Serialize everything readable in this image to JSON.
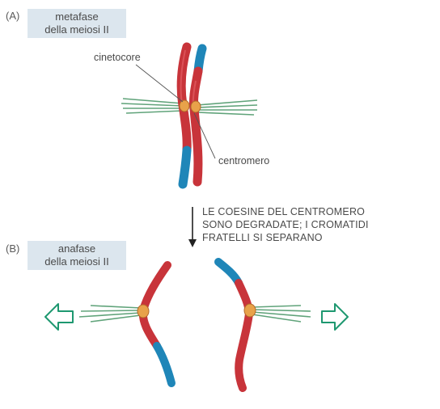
{
  "panel_a": {
    "letter": "(A)",
    "stage_line1": "metafase",
    "stage_line2": "della meiosi II"
  },
  "panel_b": {
    "letter": "(B)",
    "stage_line1": "anafase",
    "stage_line2": "della meiosi II"
  },
  "labels": {
    "kinetochore": "cinetocore",
    "centromere": "centromero"
  },
  "caption": {
    "line1": "LE COESINE DEL CENTROMERO",
    "line2": "SONO DEGRADATE; I CROMATIDI",
    "line3": "FRATELLI SI SEPARANO"
  },
  "colors": {
    "chromatid_red": "#c8343a",
    "chromatid_tip_blue": "#1f86b8",
    "centromere_orange": "#e8a24a",
    "spindle_green": "#4f9a6c",
    "arrow_green": "#1e9870",
    "label_box": "#dce6ee"
  },
  "icons": [
    "arrow-left-icon",
    "arrow-right-icon",
    "arrow-down-icon"
  ]
}
